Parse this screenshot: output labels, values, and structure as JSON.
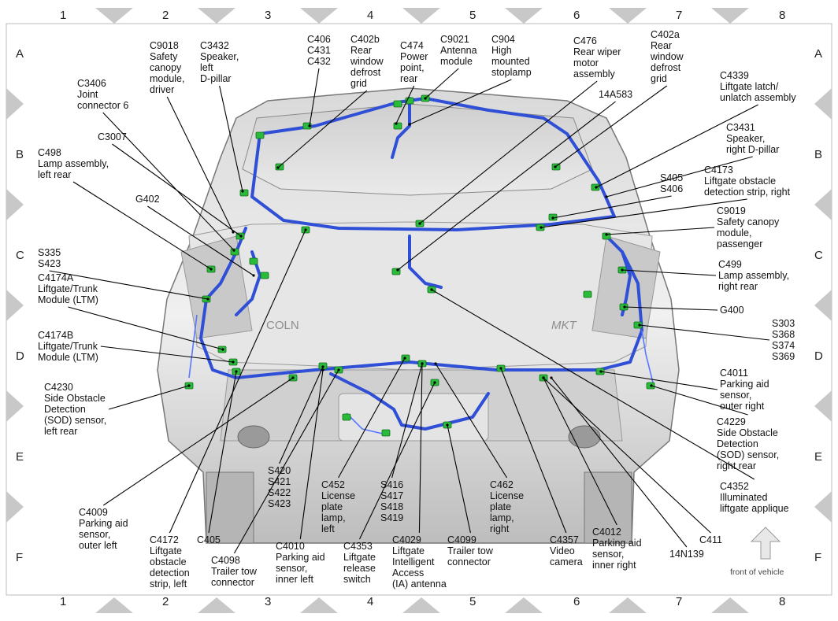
{
  "grid": {
    "columns": [
      "1",
      "2",
      "3",
      "4",
      "5",
      "6",
      "7",
      "8"
    ],
    "rows": [
      "A",
      "B",
      "C",
      "D",
      "E",
      "F"
    ]
  },
  "labels": {
    "c9018": [
      "C9018",
      "Safety",
      "canopy",
      "module,",
      "driver"
    ],
    "c3432": [
      "C3432",
      "Speaker,",
      "left",
      "D-pillar"
    ],
    "c406": [
      "C406",
      "C431",
      "C432"
    ],
    "c402b": [
      "C402b",
      "Rear",
      "window",
      "defrost",
      "grid"
    ],
    "c474": [
      "C474",
      "Power",
      "point,",
      "rear"
    ],
    "c9021": [
      "C9021",
      "Antenna",
      "module"
    ],
    "c904": [
      "C904",
      "High",
      "mounted",
      "stoplamp"
    ],
    "c476": [
      "C476",
      "Rear wiper",
      "motor",
      "assembly"
    ],
    "c402a": [
      "C402a",
      "Rear",
      "window",
      "defrost",
      "grid"
    ],
    "c4339": [
      "C4339",
      "Liftgate latch/",
      "unlatch assembly"
    ],
    "a14a583": [
      "14A583"
    ],
    "c3406": [
      "C3406",
      "Joint",
      "connector 6"
    ],
    "c3007": [
      "C3007"
    ],
    "c498": [
      "C498",
      "Lamp assembly,",
      "left rear"
    ],
    "c3431": [
      "C3431",
      "Speaker,",
      "right D-pillar"
    ],
    "s405": [
      "S405",
      "S406"
    ],
    "c4173": [
      "C4173",
      "Liftgate obstacle",
      "detection strip, right"
    ],
    "g402": [
      "G402"
    ],
    "c9019": [
      "C9019",
      "Safety canopy",
      "module,",
      "passenger"
    ],
    "s335": [
      "S335",
      "S423"
    ],
    "c4174a": [
      "C4174A",
      "Liftgate/Trunk",
      "Module (LTM)"
    ],
    "c499": [
      "C499",
      "Lamp assembly,",
      "right rear"
    ],
    "g400": [
      "G400"
    ],
    "s303": [
      "S303",
      "S368",
      "S374",
      "S369"
    ],
    "c4174b": [
      "C4174B",
      "Liftgate/Trunk",
      "Module (LTM)"
    ],
    "c4011": [
      "C4011",
      "Parking aid",
      "sensor,",
      "outer right"
    ],
    "c4230": [
      "C4230",
      "Side Obstacle",
      "Detection",
      "(SOD) sensor,",
      "left rear"
    ],
    "c4229": [
      "C4229",
      "Side Obstacle",
      "Detection",
      "(SOD) sensor,",
      "right rear"
    ],
    "c4352": [
      "C4352",
      "Illuminated",
      "liftgate applique"
    ],
    "c4009": [
      "C4009",
      "Parking aid",
      "sensor,",
      "outer left"
    ],
    "s420": [
      "S420",
      "S421",
      "S422",
      "S423"
    ],
    "c452": [
      "C452",
      "License",
      "plate",
      "lamp,",
      "left"
    ],
    "s416": [
      "S416",
      "S417",
      "S418",
      "S419"
    ],
    "c462": [
      "C462",
      "License",
      "plate",
      "lamp,",
      "right"
    ],
    "c4172": [
      "C4172",
      "Liftgate",
      "obstacle",
      "detection",
      "strip, left"
    ],
    "c405": [
      "C405"
    ],
    "c4098": [
      "C4098",
      "Trailer tow",
      "connector"
    ],
    "c4010": [
      "C4010",
      "Parking aid",
      "sensor,",
      "inner left"
    ],
    "c4353": [
      "C4353",
      "Liftgate",
      "release",
      "switch"
    ],
    "c4029": [
      "C4029",
      "Liftgate",
      "Intelligent",
      "Access",
      "(IA) antenna"
    ],
    "c4099": [
      "C4099",
      "Trailer tow",
      "connector"
    ],
    "c4357": [
      "C4357",
      "Video",
      "camera"
    ],
    "c4012": [
      "C4012",
      "Parking aid",
      "sensor,",
      "inner right"
    ],
    "c411": [
      "C411"
    ],
    "n14n139": [
      "14N139"
    ]
  },
  "badges": {
    "left": "COLN",
    "right": "MKT"
  },
  "front_indicator": "front of vehicle"
}
